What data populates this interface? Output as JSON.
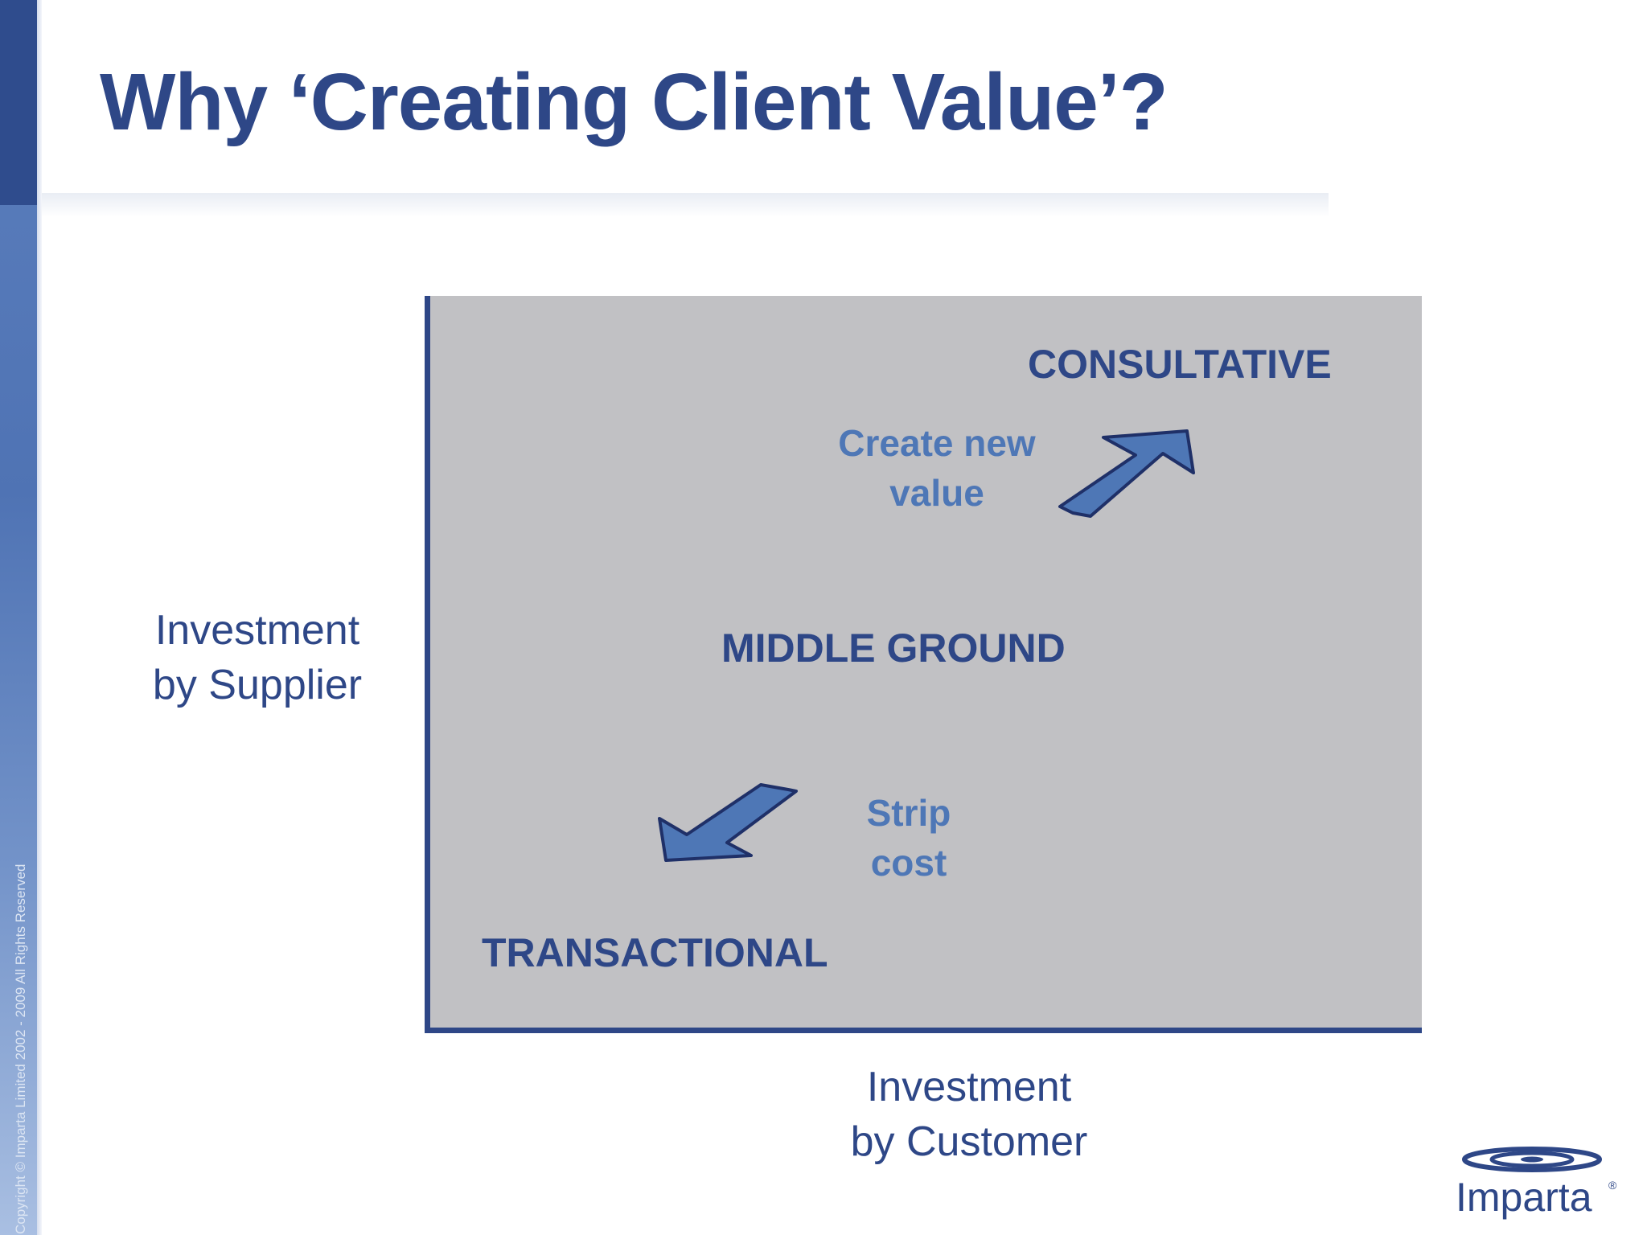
{
  "slide": {
    "title": "Why ‘Creating Client Value’?",
    "copyright": "Copyright © Imparta Limited 2002 - 2009 All Rights Reserved"
  },
  "diagram": {
    "zones": {
      "consultative": "CONSULTATIVE",
      "middle": "MIDDLE GROUND",
      "transactional": "TRANSACTIONAL"
    },
    "arrows": {
      "create_line1": "Create new",
      "create_line2": "value",
      "strip_line1": "Strip",
      "strip_line2": "cost"
    },
    "axes": {
      "y_line1": "Investment",
      "y_line2": "by Supplier",
      "x_line1": "Investment",
      "x_line2": "by Customer"
    }
  },
  "logo": {
    "name": "Imparta",
    "mark": "®"
  },
  "colors": {
    "title": "#2e4787",
    "plot_background": "#c1c1c4",
    "axis": "#2e4787",
    "arrow_fill": "#4e77b6",
    "arrow_outline": "#1f3068",
    "arrow_label": "#4e77b6"
  }
}
